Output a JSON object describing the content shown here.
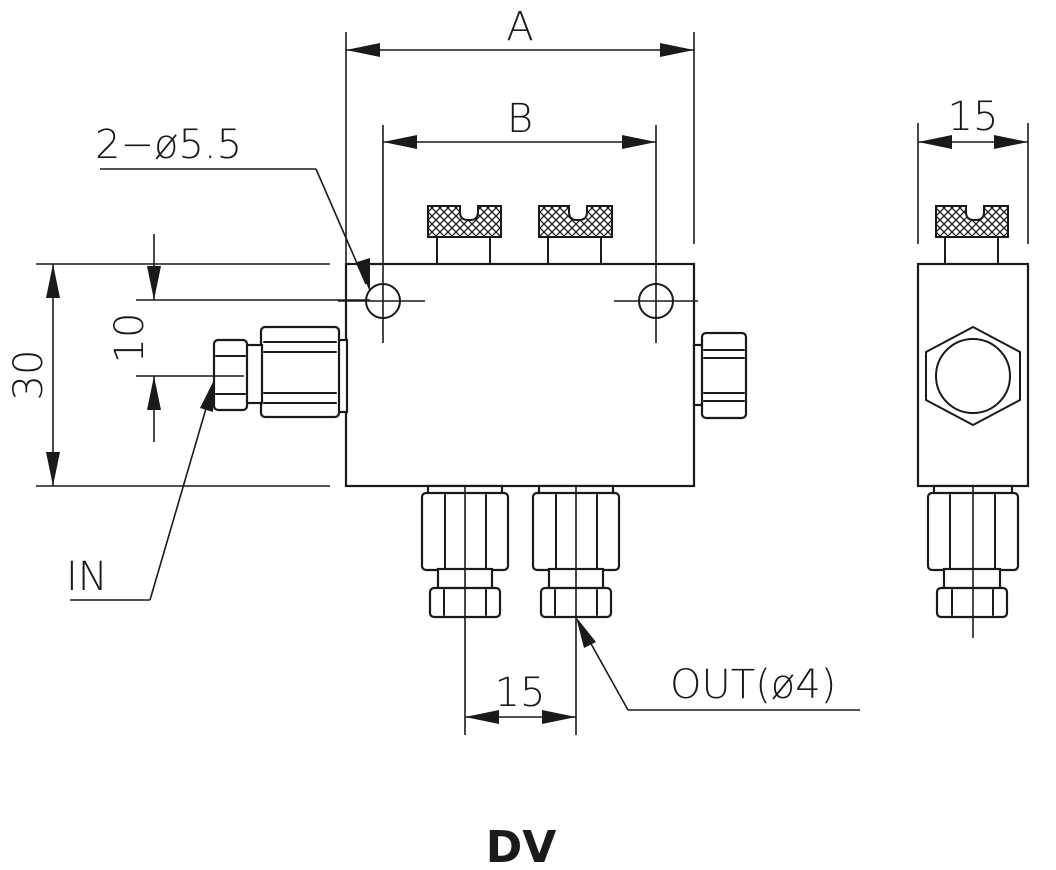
{
  "diagram": {
    "title": "DV",
    "labels": {
      "dim_a": "A",
      "dim_b": "B",
      "holes": "2−ø5.5",
      "dim_15_side": "15",
      "dim_30": "30",
      "dim_10": "10",
      "inlet": "IN",
      "outlet": "OUT(ø4)",
      "dim_15_bottom": "15"
    }
  }
}
